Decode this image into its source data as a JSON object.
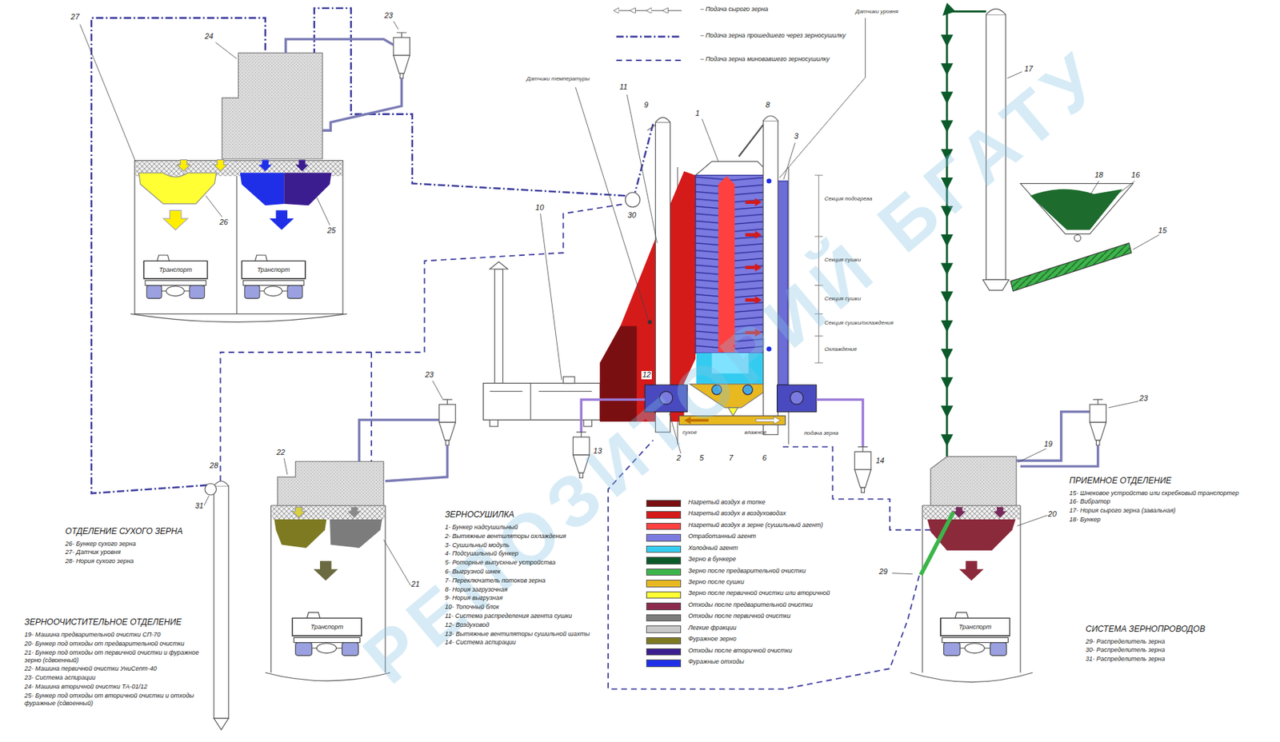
{
  "diagram": {
    "nodes": [
      {
        "text": [
          "Транспорт"
        ]
      },
      {
        "text": [
          "Транспорт"
        ]
      },
      {
        "text": [
          "Транспорт"
        ]
      },
      {
        "text": [
          "Транспорт"
        ]
      }
    ],
    "labels": [
      "РЕПОЗИТОРИЙ БГАТУ",
      "Датчики уровня",
      "Датчики температуры",
      "Секция подогрева",
      "Секция сушки",
      "Секция сушки",
      "Секция сушки/охлаждения",
      "Охлаждение",
      "сухое",
      "влажное",
      "подача зерна",
      "27",
      "24",
      "23",
      "26",
      "25",
      "9",
      "1",
      "8",
      "3",
      "17",
      "30",
      "11",
      "10",
      "18",
      "16",
      "15",
      "12",
      "23",
      "22",
      "28",
      "31",
      "13",
      "2",
      "5",
      "7",
      "6",
      "14",
      "19",
      "23",
      "20",
      "21",
      "29",
      "ОТДЕЛЕНИЕ СУХОГО ЗЕРНА",
      "26- Бункер сухого зерна",
      "27- Датчик уровня",
      "28- Нория сухого зерна",
      "ЗЕРНООЧИСТИТЕЛЬНОЕ ОТДЕЛЕНИЕ",
      "19- Машина предварительной очистки СП-70",
      "20- Бункер под отходы от предварительной очистки",
      "21- Бункер под отходы от первичной очистки и фуражное зерно (сдвоенный)",
      "22- Машина первичной очистки УниСепт-40",
      "23- Система аспирации",
      "24- Машина вторичной очистки ТА-01/12",
      "25- Бункер под отходы от вторичной очистки и отходы фуражные (сдвоенный)",
      "ЗЕРНОСУШИЛКА",
      "1- Бункер надсушильный",
      "2- Вытяжные вентиляторы охлаждения",
      "3- Сушильный модуль",
      "4- Подсушильный бункер",
      "5- Роторные выпускные устройства",
      "6- Выгрузной шнек",
      "7- Переключатель потоков зерна",
      "8- Нория загрузочная",
      "9- Нория выгрузная",
      "10- Топочный блок",
      "11- Система распределения агента сушки",
      "12- Воздуховод",
      "13- Вытяжные вентиляторы сушильной шахты",
      "14- Система аспирации",
      "ПРИЕМНОЕ ОТДЕЛЕНИЕ",
      "15- Шнековое устройство или скребковый транспортер",
      "16- Вибратор",
      "17- Нория сырого зерна (завальная)",
      "18- Бункер",
      "СИСТЕМА ЗЕРНОПРОВОДОВ",
      "29- Распределитель зерна",
      "30- Распределитель зерна",
      "31- Распределитель зерна"
    ],
    "legend": [
      {
        "text": "– Подача сырого зерна"
      },
      {
        "text": "– Подача зерна прошедшего через зерносушилку"
      },
      {
        "text": "– Подача зерна миновавшего зерносушилку"
      },
      {
        "text": "Нагретый воздух в топке",
        "color": "#7a0f12"
      },
      {
        "text": "Нагретый воздух в воздуховодах",
        "color": "#d51a1a"
      },
      {
        "text": "Нагретый воздух в зерне (сушильный агент)",
        "color": "#ff4040"
      },
      {
        "text": "Отработанный агент",
        "color": "#7a7ae0"
      },
      {
        "text": "Холодный агент",
        "color": "#33ccf0"
      },
      {
        "text": "Зерно в бункере",
        "color": "#0b5a2a"
      },
      {
        "text": "Зерно после предварительной очистки",
        "color": "#3cb54a"
      },
      {
        "text": "Зерно после сушки",
        "color": "#e8b820"
      },
      {
        "text": "Зерно после первичной очистки или вторичной",
        "color": "#ffff33"
      },
      {
        "text": "Отходы после предварительной очистки",
        "color": "#8b2a4a"
      },
      {
        "text": "Отходы после первичной очистки",
        "color": "#7c7c7c"
      },
      {
        "text": "Легкие фракции",
        "color": "#c8c8c8"
      },
      {
        "text": "Фуражное зерно",
        "color": "#7d7a22"
      },
      {
        "text": "Отходы после вторичной очистки",
        "color": "#3b1d8f"
      },
      {
        "text": "Фуражные отходы",
        "color": "#1f2fe8"
      }
    ]
  }
}
